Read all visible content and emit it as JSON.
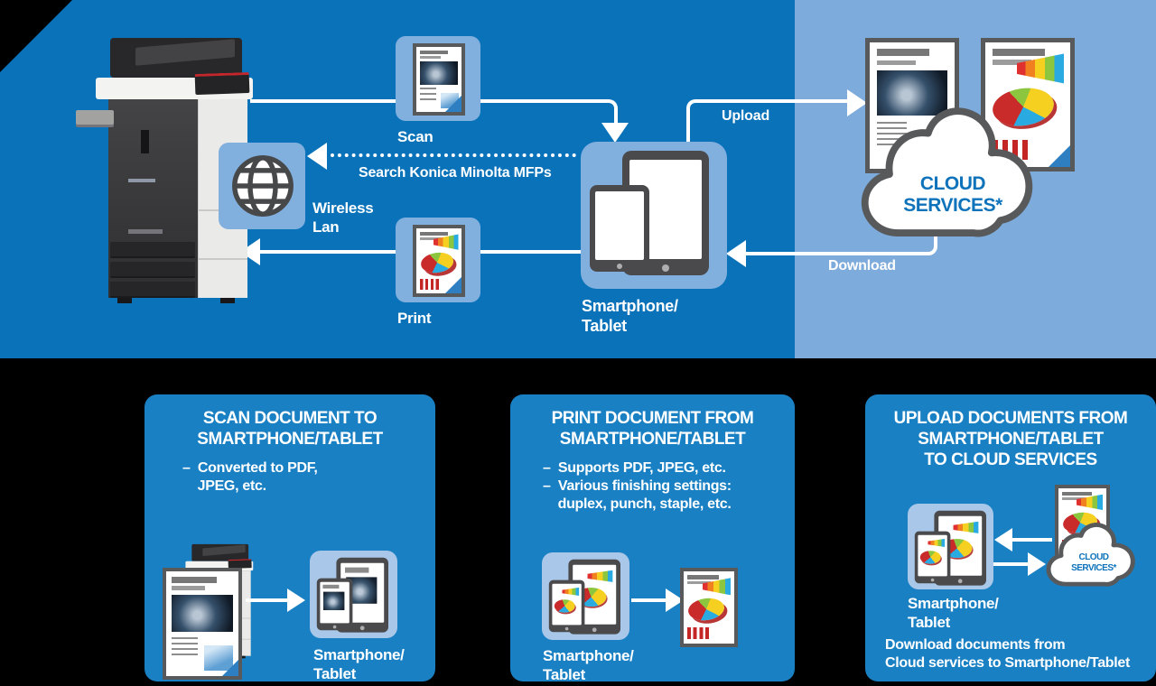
{
  "colors": {
    "brand_blue": "#0a72b9",
    "light_blue": "#7dabdb",
    "panel_blue": "#1a80c4",
    "tile_blue": "#82b0de",
    "cloud_text_blue": "#0e73bb"
  },
  "banner": {
    "scan_label": "Scan",
    "print_label": "Print",
    "wireless_label": "Wireless\nLan",
    "search_label": "Search Konica Minolta MFPs",
    "device_label": "Smartphone/\nTablet",
    "upload_label": "Upload",
    "download_label": "Download",
    "cloud_label": "CLOUD\nSERVICES*"
  },
  "panels": [
    {
      "title": "SCAN DOCUMENT TO\nSMARTPHONE/TABLET",
      "bullets": "–  Converted to PDF,\n    JPEG, etc.",
      "device_label": "Smartphone/\nTablet"
    },
    {
      "title": "PRINT DOCUMENT FROM\nSMARTPHONE/TABLET",
      "bullets": "–  Supports PDF, JPEG, etc.\n–  Various finishing settings:\n    duplex, punch, staple, etc.",
      "device_label": "Smartphone/\nTablet"
    },
    {
      "title": "UPLOAD DOCUMENTS FROM\nSMARTPHONE/TABLET\nTO CLOUD SERVICES",
      "device_label": "Smartphone/\nTablet",
      "cloud_label": "CLOUD\nSERVICES*",
      "footer": "Download documents from\nCloud services to Smartphone/Tablet"
    }
  ]
}
